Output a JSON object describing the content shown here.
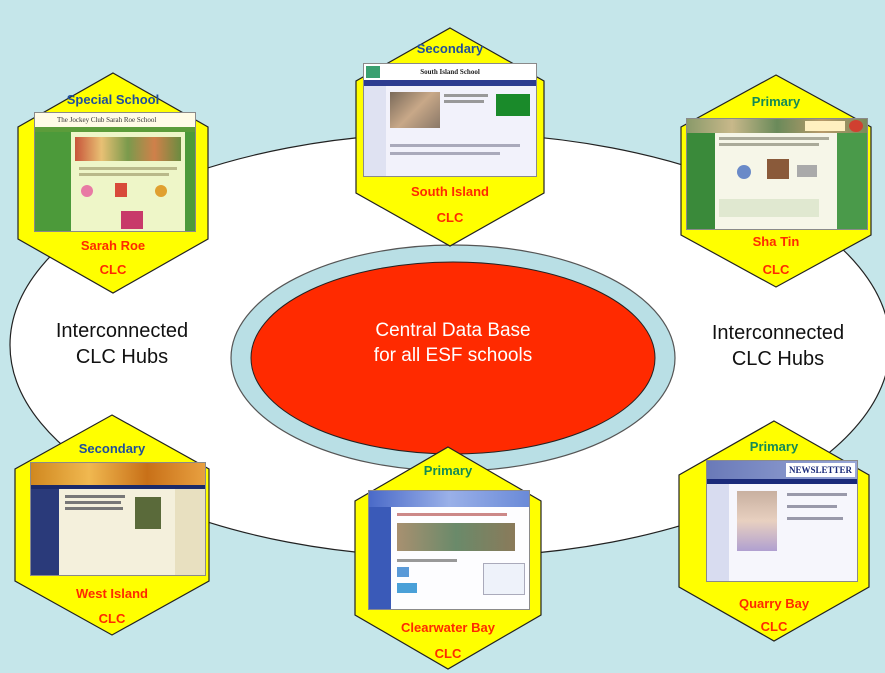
{
  "center": {
    "line1": "Central Data Base",
    "line2": "for all ESF schools"
  },
  "left_caption": {
    "line1": "Interconnected",
    "line2": "CLC Hubs"
  },
  "right_caption": {
    "line1": "Interconnected",
    "line2": "CLC Hubs"
  },
  "colors": {
    "background": "#c5e6ea",
    "hexagon_fill": "#ffff00",
    "center_fill": "#ff2a00",
    "type_blue": "#1f4e9c",
    "type_green": "#138a55",
    "name_red": "#ff2a00"
  },
  "hubs": [
    {
      "type": "Special School",
      "name": "Sarah Roe",
      "suffix": "CLC",
      "shot_title": "The Jockey Club Sarah Roe School"
    },
    {
      "type": "Secondary",
      "name": "South Island",
      "suffix": "CLC",
      "shot_title": "South Island School"
    },
    {
      "type": "Primary",
      "name": "Sha Tin",
      "suffix": "CLC",
      "shot_title": ""
    },
    {
      "type": "Secondary",
      "name": "West Island",
      "suffix": "CLC",
      "shot_title": ""
    },
    {
      "type": "Primary",
      "name": "Clearwater Bay",
      "suffix": "CLC",
      "shot_title": ""
    },
    {
      "type": "Primary",
      "name": "Quarry Bay",
      "suffix": "CLC",
      "shot_title": "NEWSLETTER"
    }
  ]
}
